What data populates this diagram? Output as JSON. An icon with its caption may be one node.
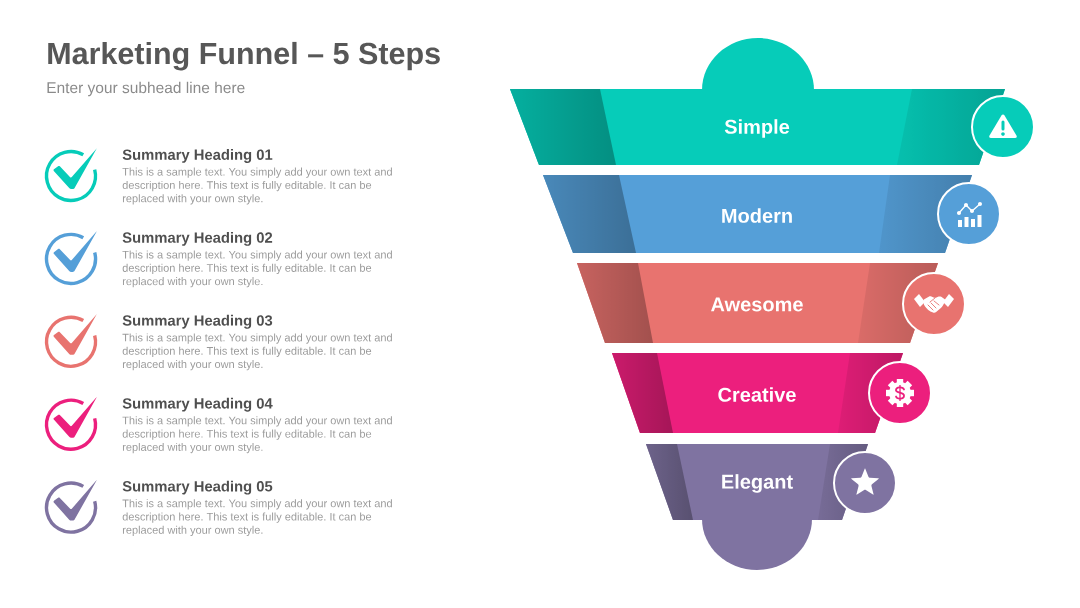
{
  "diagram": {
    "title": "Marketing Funnel – 5 Steps",
    "nodes": [
      {
        "text": [
          "Simple"
        ]
      },
      {
        "text": [
          "Modern"
        ]
      },
      {
        "text": [
          "Awesome"
        ]
      },
      {
        "text": [
          "Creative"
        ]
      },
      {
        "text": [
          "Elegant"
        ]
      }
    ],
    "labels": [
      "Enter your subhead line here",
      "Summary Heading 01",
      "This is a sample text. You simply add your own text and description here. This text is fully editable. It can be replaced with your own style.",
      "Summary Heading 02",
      "This is a sample text. You simply add your own text and description here. This text is fully editable. It can be replaced with your own style.",
      "Summary Heading 03",
      "This is a sample text. You simply add your own text and description here. This text is fully editable. It can be replaced with your own style.",
      "Summary Heading 04",
      "This is a sample text. You simply add your own text and description here. This text is fully editable. It can be replaced with your own style.",
      "Summary Heading 05",
      "This is a sample text. You simply add your own text and description here. This text is fully editable. It can be replaced with your own style."
    ]
  }
}
